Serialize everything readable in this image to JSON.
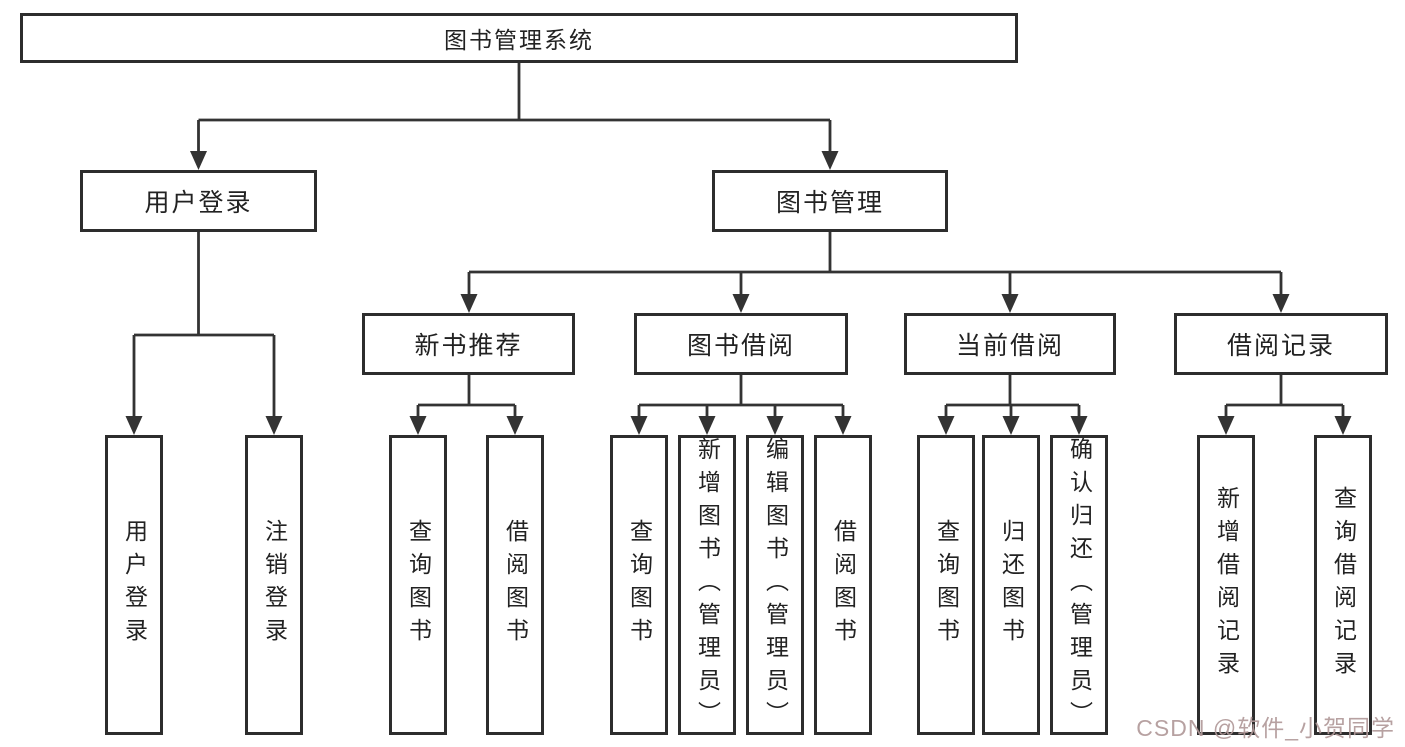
{
  "diagram_title": "图书管理系统",
  "tree": {
    "root": "图书管理系统",
    "branches": [
      {
        "label": "用户登录",
        "children": [
          "用户登录",
          "注销登录"
        ]
      },
      {
        "label": "图书管理",
        "children": [
          {
            "label": "新书推荐",
            "children": [
              "查询图书",
              "借阅图书"
            ]
          },
          {
            "label": "图书借阅",
            "children": [
              "查询图书",
              "新增图书（管理员）",
              "编辑图书（管理员）",
              "借阅图书"
            ]
          },
          {
            "label": "当前借阅",
            "children": [
              "查询图书",
              "归还图书",
              "确认归还（管理员）"
            ]
          },
          {
            "label": "借阅记录",
            "children": [
              "新增借阅记录",
              "查询借阅记录"
            ]
          }
        ]
      }
    ]
  },
  "watermark": {
    "text": "CSDN @软件_小贺同学",
    "color": "#b19999"
  },
  "colors": {
    "line": "#333333",
    "box_border": "#2d2d2d",
    "text": "#222222",
    "background": "#ffffff"
  }
}
